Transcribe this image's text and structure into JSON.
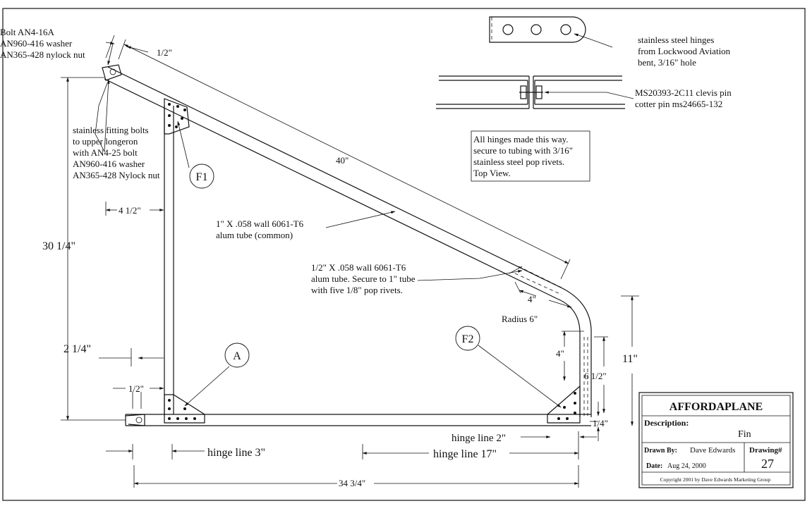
{
  "callouts": {
    "top_bolt": [
      "Bolt AN4-16A",
      "AN960-416 washer",
      "AN365-428 nylock nut"
    ],
    "fitting_bolts": [
      "stainless fitting bolts",
      "to upper longeron",
      "with AN4-25 bolt",
      "AN960-416 washer",
      "AN365-428 Nylock nut"
    ],
    "hinges": [
      "stainless steel hinges",
      "from Lockwood Aviation",
      "bent, 3/16\" hole"
    ],
    "clevis": [
      "MS20393-2C11 clevis pin",
      "cotter pin ms24665-132"
    ],
    "note_box": [
      "All hinges made this way.",
      "secure to tubing with 3/16\"",
      "stainless steel pop rivets.",
      "Top View."
    ],
    "common_tube": [
      "1\" X .058 wall 6061-T6",
      "alum tube (common)"
    ],
    "half_tube": [
      "1/2\" X .058 wall 6061-T6",
      "alum tube. Secure to 1\" tube",
      "with five 1/8\" pop rivets."
    ],
    "radius": "Radius 6\""
  },
  "dimensions": {
    "half_top": "1/2\"",
    "forty": "40\"",
    "four_half": "4 1/2\"",
    "thirty_quarter": "30 1/4\"",
    "two_quarter": "2 1/4\"",
    "half_left": "1/2\"",
    "four_top": "4\"",
    "four_right": "4\"",
    "six_half": "6 1/2\"",
    "eleven": "11\"",
    "quarter": "1/4\"",
    "hinge_line_2": "hinge line 2\"",
    "hinge_line_3": "hinge line 3\"",
    "hinge_line_17": "hinge line 17\"",
    "total_width": "34 3/4\""
  },
  "gussets": {
    "f1": "F1",
    "f2": "F2",
    "a": "A"
  },
  "title_block": {
    "company": "AFFORDAPLANE",
    "description_label": "Description:",
    "description_value": "Fin",
    "drawn_by_label": "Drawn By:",
    "drawn_by_value": "Dave Edwards",
    "drawing_label": "Drawing#",
    "drawing_number": "27",
    "date_label": "Date:",
    "date_value": "Aug 24, 2000",
    "copyright": "Copyright 2001 by Dave Edwards Marketing Group"
  }
}
